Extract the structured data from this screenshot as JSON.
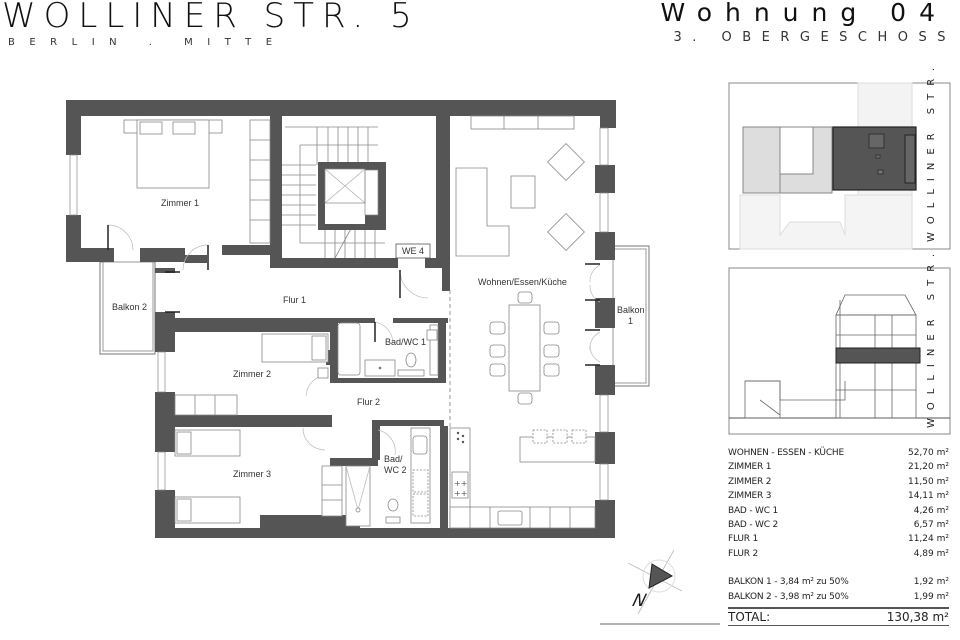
{
  "header": {
    "building_title": "WOLLINER STR. 5",
    "building_subtitle": "BERLIN . MITTE",
    "apartment_title": "Wohnung 04",
    "floor_label": "3. OBERGESCHOSS"
  },
  "floorplan": {
    "unit_tag": "WE 4",
    "rooms": {
      "zimmer1": "Zimmer 1",
      "zimmer2": "Zimmer 2",
      "zimmer3": "Zimmer 3",
      "flur1": "Flur 1",
      "flur2": "Flur 2",
      "bad1": "Bad/WC 1",
      "bad2_line1": "Bad/",
      "bad2_line2": "WC 2",
      "wohnen": "Wohnen/Essen/Küche",
      "balkon1_line1": "Balkon",
      "balkon1_line2": "1",
      "balkon2": "Balkon 2"
    },
    "colors": {
      "wall": "#555555",
      "furniture": "#888888",
      "highlight": "#4a4a4a",
      "context": "#d9d9d9"
    }
  },
  "insets": {
    "site_plan_label": "WOLLINER STR.",
    "section_label": "WOLLINER STR."
  },
  "north_arrow": {
    "label": "N"
  },
  "areas": {
    "rows": [
      {
        "name": "WOHNEN - ESSEN - KÜCHE",
        "value": "52,70 m²"
      },
      {
        "name": "ZIMMER 1",
        "value": "21,20 m²"
      },
      {
        "name": "ZIMMER 2",
        "value": "11,50 m²"
      },
      {
        "name": "ZIMMER 3",
        "value": "14,11 m²"
      },
      {
        "name": "BAD - WC 1",
        "value": "4,26 m²"
      },
      {
        "name": "BAD - WC 2",
        "value": "6,57 m²"
      },
      {
        "name": "FLUR 1",
        "value": "11,24 m²"
      },
      {
        "name": "FLUR 2",
        "value": "4,89 m²"
      }
    ],
    "balconies": [
      {
        "name": "BALKON 1 - 3,84 m² zu 50%",
        "value": "1,92 m²"
      },
      {
        "name": "BALKON 2 - 3,98 m² zu 50%",
        "value": "1,99 m²"
      }
    ],
    "total_label": "TOTAL:",
    "total_value": "130,38 m²"
  }
}
